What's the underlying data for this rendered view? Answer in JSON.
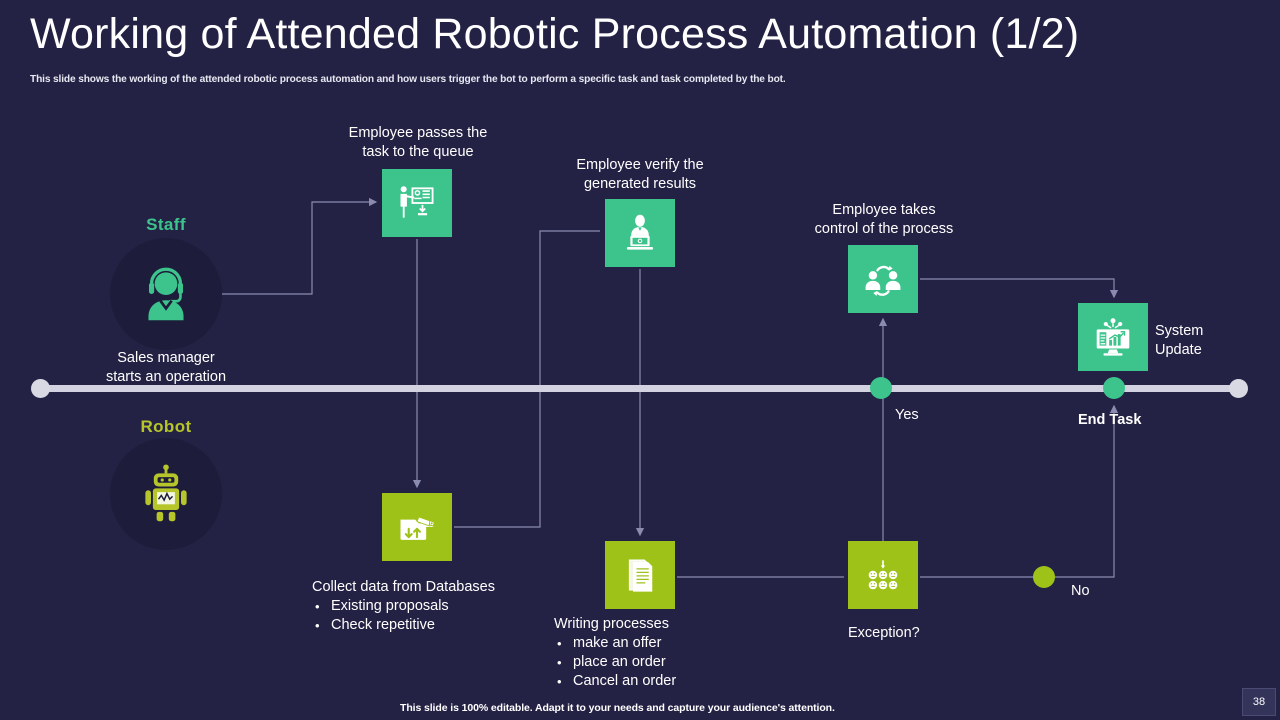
{
  "slide": {
    "title": "Working of Attended Robotic Process Automation (1/2)",
    "subtitle": "This slide shows the working of the attended robotic process automation and how users trigger the bot to  perform a specific task and task completed by the bot.",
    "footer_note": "This slide is 100% editable. Adapt it to your needs and capture your audience's attention.",
    "page_number": "38"
  },
  "colors": {
    "background": "#232244",
    "green": "#3cc48c",
    "olive": "#9fc219",
    "timeline": "#d2d2e0",
    "staff_label": "#3cc48c",
    "robot_label": "#b5c52a",
    "text": "#ffffff"
  },
  "lanes": [
    {
      "id": "staff",
      "label": "Staff",
      "avatar_icon": "headset-agent-icon",
      "caption_line1": "Sales manager",
      "caption_line2": "starts an operation"
    },
    {
      "id": "robot",
      "label": "Robot",
      "avatar_icon": "robot-icon"
    }
  ],
  "timeline": {
    "start_marker": "start-node",
    "end_marker": "end-node",
    "markers": [
      {
        "id": "yes",
        "label": "Yes",
        "color": "#3cc48c"
      },
      {
        "id": "end-task",
        "label": "End Task",
        "color": "#3cc48c",
        "bold": true
      },
      {
        "id": "no",
        "label": "No",
        "color": "#9fc219"
      }
    ]
  },
  "steps": [
    {
      "id": "queue",
      "icon": "presenter-board-icon",
      "tile_color": "green",
      "title_line1": "Employee passes the",
      "title_line2": "task to the queue",
      "title_position": "above"
    },
    {
      "id": "verify",
      "icon": "person-laptop-icon",
      "tile_color": "green",
      "title_line1": "Employee verify the",
      "title_line2": "generated results",
      "title_position": "above"
    },
    {
      "id": "control",
      "icon": "handover-people-icon",
      "tile_color": "green",
      "title_line1": "Employee takes",
      "title_line2": "control of the process",
      "title_position": "above"
    },
    {
      "id": "system-update",
      "icon": "monitor-chart-gears-icon",
      "tile_color": "green",
      "title_line1": "System",
      "title_line2": "Update",
      "title_position": "right"
    },
    {
      "id": "collect",
      "icon": "folder-transfer-icon",
      "tile_color": "olive",
      "title_line1": "Collect data from Databases",
      "bullets": [
        "Existing proposals",
        "Check repetitive"
      ],
      "title_position": "below"
    },
    {
      "id": "writing",
      "icon": "documents-icon",
      "tile_color": "olive",
      "title_line1": "Writing processes",
      "bullets": [
        "make an offer",
        "place an order",
        "Cancel an order"
      ],
      "title_position": "below"
    },
    {
      "id": "exception",
      "icon": "faces-grid-icon",
      "tile_color": "olive",
      "title_line1": "Exception?",
      "title_position": "below"
    }
  ]
}
